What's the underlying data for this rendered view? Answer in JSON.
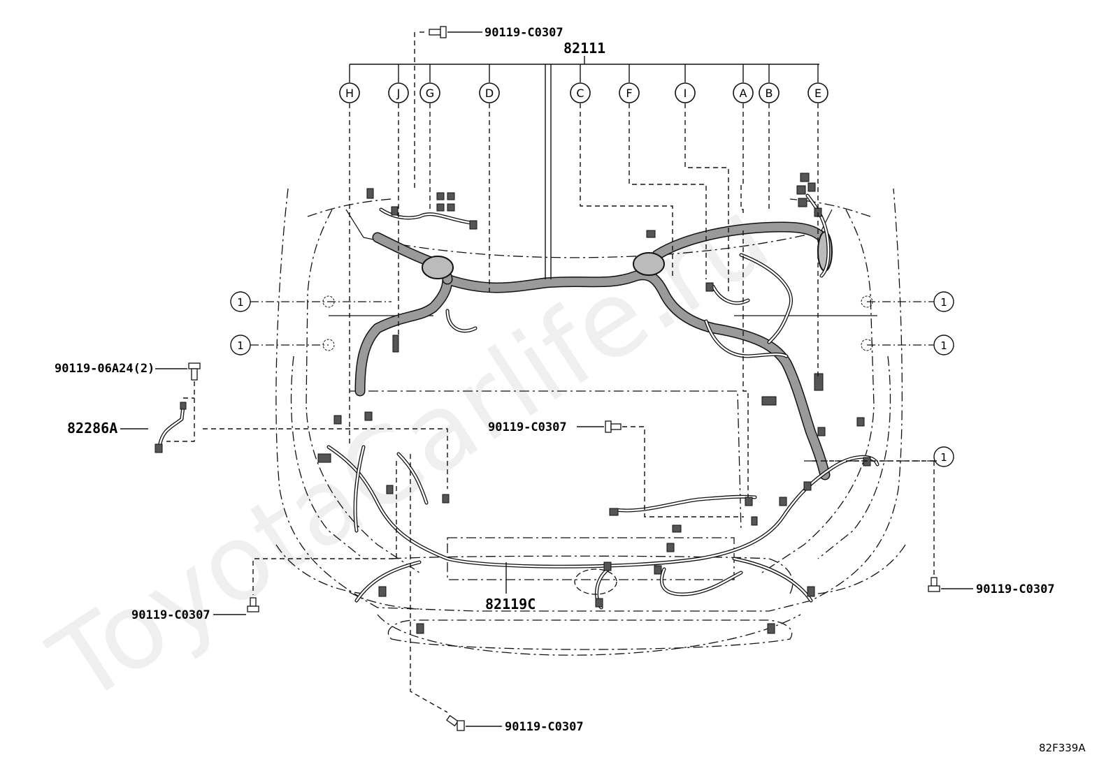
{
  "diagram": {
    "main_part": "82111",
    "sub_part_label": "82119C",
    "bracket_part": "82286A",
    "bolt_left_top": "90119-06A24(2)",
    "watermark": "ToyotaCarlife.ru",
    "figure_code": "82F339A",
    "callouts": [
      {
        "id": "H",
        "label": "H"
      },
      {
        "id": "J",
        "label": "J"
      },
      {
        "id": "G",
        "label": "G"
      },
      {
        "id": "D",
        "label": "D"
      },
      {
        "id": "C",
        "label": "C"
      },
      {
        "id": "F",
        "label": "F"
      },
      {
        "id": "I",
        "label": "I"
      },
      {
        "id": "A",
        "label": "A"
      },
      {
        "id": "B",
        "label": "B"
      },
      {
        "id": "E",
        "label": "E"
      }
    ],
    "ref_marks": [
      {
        "label": "1"
      },
      {
        "label": "1"
      },
      {
        "label": "1"
      },
      {
        "label": "1"
      },
      {
        "label": "1"
      }
    ],
    "bolts": [
      {
        "part": "90119-C0307"
      },
      {
        "part": "90119-C0307"
      },
      {
        "part": "90119-C0307"
      },
      {
        "part": "90119-C0307"
      },
      {
        "part": "90119-C0307"
      }
    ]
  }
}
